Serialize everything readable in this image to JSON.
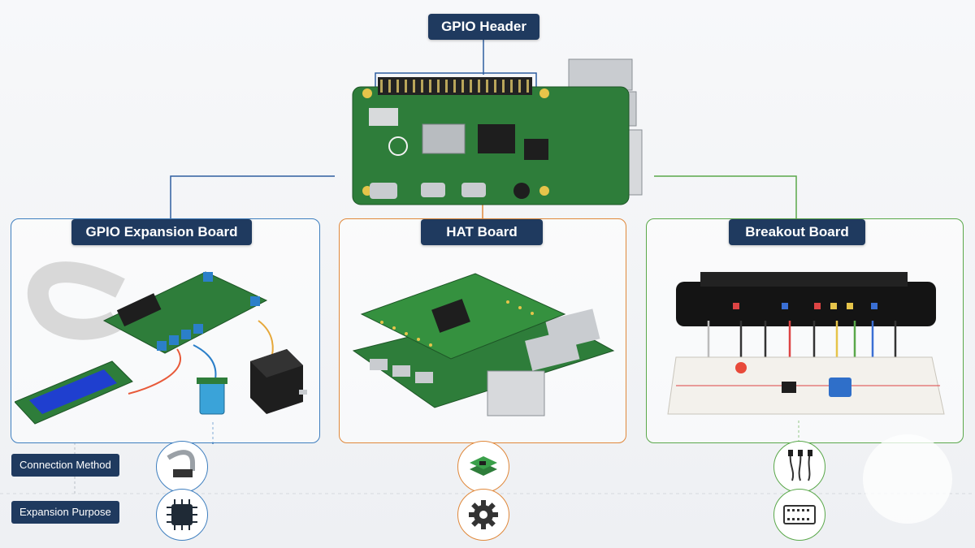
{
  "title": "GPIO Header",
  "sections": [
    {
      "label": "GPIO Expansion Board",
      "color": "#3f7fbf"
    },
    {
      "label": "HAT Board",
      "color": "#e0883a"
    },
    {
      "label": "Breakout Board",
      "color": "#5aa84a"
    }
  ],
  "rows": {
    "connection": "Connection Method",
    "purpose": "Expansion Purpose"
  },
  "icons": {
    "gpio_connection": "ribbon-cable-icon",
    "gpio_purpose": "chip-icon",
    "hat_connection": "stacked-board-icon",
    "hat_purpose": "gear-icon",
    "breakout_connection": "jumper-wire-icon",
    "breakout_purpose": "breadboard-icon"
  },
  "colors": {
    "label_bg": "#1f3a5f",
    "pcb_green": "#2e7d3a",
    "blue": "#3f7fbf",
    "orange": "#e0883a",
    "green": "#5aa84a"
  }
}
